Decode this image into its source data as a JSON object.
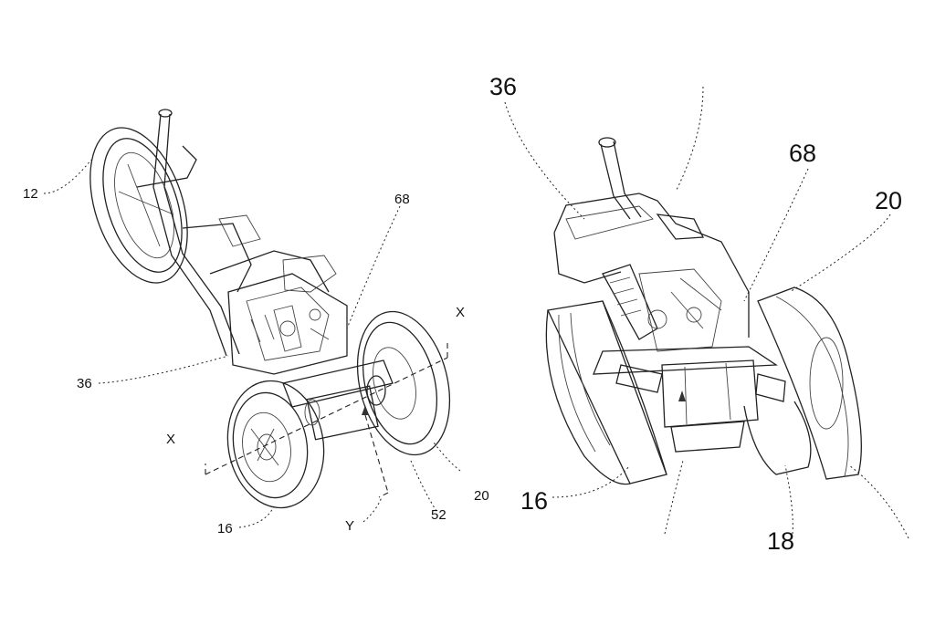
{
  "left_figure": {
    "labels": {
      "ref_12": "12",
      "ref_68": "68",
      "ref_x_top": "X",
      "ref_36": "36",
      "ref_x_left": "X",
      "ref_20": "20",
      "ref_52": "52",
      "ref_16": "16",
      "ref_y": "Y"
    }
  },
  "right_figure": {
    "labels": {
      "ref_36": "36",
      "ref_68": "68",
      "ref_20": "20",
      "ref_16": "16",
      "ref_18_partial": "18"
    }
  },
  "colors": {
    "line": "#222222",
    "background": "#ffffff"
  }
}
